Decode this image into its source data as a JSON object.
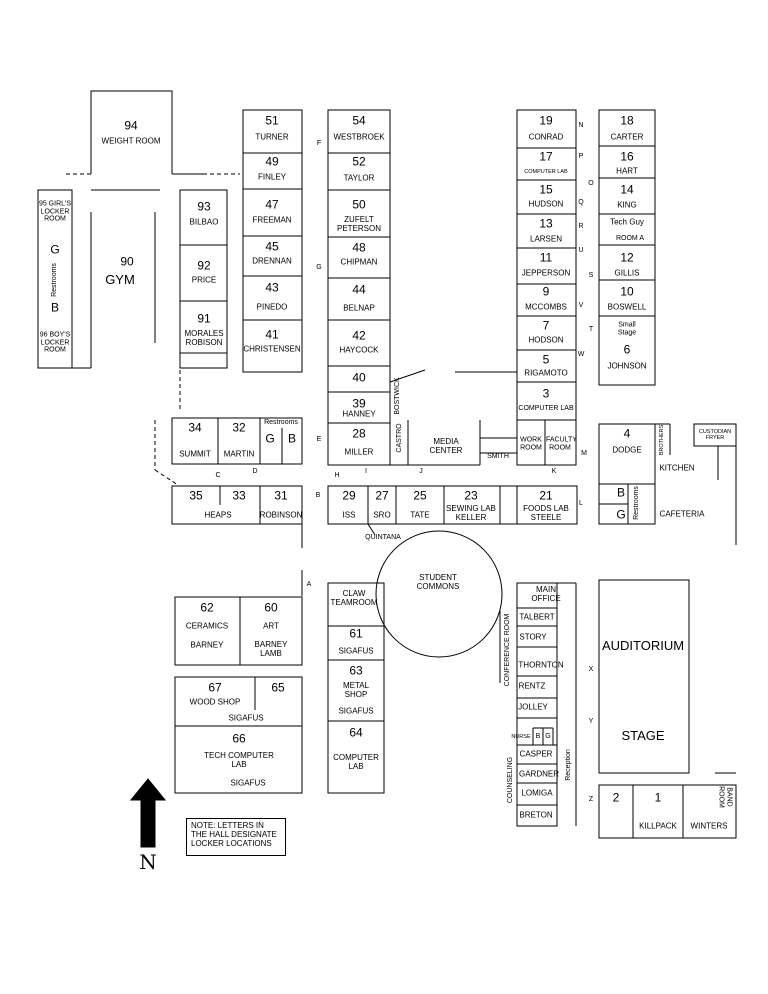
{
  "rooms": {
    "r94": {
      "num": "94",
      "name": "WEIGHT ROOM"
    },
    "r95": {
      "label": "95 GIRL'S LOCKER ROOM"
    },
    "r96": {
      "label": "96 BOY'S LOCKER ROOM"
    },
    "gym_restrooms": {
      "label": "Restrooms",
      "g": "G",
      "b": "B"
    },
    "r90": {
      "num": "90",
      "name": "GYM"
    },
    "r93": {
      "num": "93",
      "name": "BILBAO"
    },
    "r92": {
      "num": "92",
      "name": "PRICE"
    },
    "r91": {
      "num": "91",
      "name": "MORALES ROBISON"
    },
    "r51": {
      "num": "51",
      "name": "TURNER"
    },
    "r49": {
      "num": "49",
      "name": "FINLEY"
    },
    "r47": {
      "num": "47",
      "name": "FREEMAN"
    },
    "r45": {
      "num": "45",
      "name": "DRENNAN"
    },
    "r43": {
      "num": "43",
      "name": "PINEDO"
    },
    "r41": {
      "num": "41",
      "name": "CHRISTENSEN"
    },
    "r54": {
      "num": "54",
      "name": "WESTBROEK"
    },
    "r52": {
      "num": "52",
      "name": "TAYLOR"
    },
    "r50": {
      "num": "50",
      "name": "ZUFELT PETERSON"
    },
    "r48": {
      "num": "48",
      "name": "CHIPMAN"
    },
    "r44": {
      "num": "44",
      "name": "BELNAP"
    },
    "r42": {
      "num": "42",
      "name": "HAYCOCK"
    },
    "r40": {
      "num": "40"
    },
    "r39": {
      "num": "39",
      "name": "HANNEY"
    },
    "r28": {
      "num": "28",
      "name": "MILLER"
    },
    "bostwick": "BOSTWICK",
    "castro": "CASTRO",
    "media": "MEDIA CENTER",
    "smith": "SMITH",
    "r19": {
      "num": "19",
      "name": "CONRAD"
    },
    "r17": {
      "num": "17",
      "name": "COMPUTER LAB"
    },
    "r15": {
      "num": "15",
      "name": "HUDSON"
    },
    "r13": {
      "num": "13",
      "name": "LARSEN"
    },
    "r11": {
      "num": "11",
      "name": "JEPPERSON"
    },
    "r9": {
      "num": "9",
      "name": "MCCOMBS"
    },
    "r7": {
      "num": "7",
      "name": "HODSON"
    },
    "r5": {
      "num": "5",
      "name": "RIGAMOTO"
    },
    "r3": {
      "num": "3",
      "name": "COMPUTER LAB"
    },
    "workroom": "WORK ROOM",
    "facultyroom": "FACULTY ROOM",
    "r18": {
      "num": "18",
      "name": "CARTER"
    },
    "r16": {
      "num": "16",
      "name": "HART"
    },
    "r14": {
      "num": "14",
      "name": "KING"
    },
    "techguy": "Tech Guy",
    "roomA": "ROOM A",
    "r12": {
      "num": "12",
      "name": "GILLIS"
    },
    "r10": {
      "num": "10",
      "name": "BOSWELL"
    },
    "r6": {
      "num": "6",
      "name": "JOHNSON",
      "extra": "Small Stage"
    },
    "r34": {
      "num": "34",
      "name": "SUMMIT"
    },
    "r32": {
      "num": "32",
      "name": "MARTIN"
    },
    "hall_restrooms": {
      "label": "Restrooms",
      "g": "G",
      "b": "B"
    },
    "r35": {
      "num": "35"
    },
    "r33": {
      "num": "33"
    },
    "heaps": "HEAPS",
    "r31": {
      "num": "31",
      "name": "ROBINSON"
    },
    "r29": {
      "num": "29",
      "name": "ISS"
    },
    "r27": {
      "num": "27",
      "name": "SRO"
    },
    "r25": {
      "num": "25",
      "name": "TATE"
    },
    "r23": {
      "num": "23",
      "name": "SEWING LAB KELLER"
    },
    "r21": {
      "num": "21",
      "name": "FOODS LAB STEELE"
    },
    "r4": {
      "num": "4",
      "name": "DODGE"
    },
    "kitchen": "KITCHEN",
    "brothers": "BROTHERS",
    "custodian": "CUSTODIAN FRYER",
    "caf_restrooms": {
      "label": "Restrooms",
      "b": "B",
      "g": "G"
    },
    "cafeteria": "CAFETERIA",
    "quintana": "QUINTANA",
    "commons": "STUDENT COMMONS",
    "claw": "CLAW TEAMROOM",
    "r61": {
      "num": "61",
      "name": "SIGAFUS"
    },
    "r63": {
      "num": "63",
      "name": "METAL SHOP",
      "sub": "SIGAFUS"
    },
    "r64": {
      "num": "64",
      "name": "COMPUTER LAB"
    },
    "r62": {
      "num": "62",
      "name": "CERAMICS",
      "sub": "BARNEY"
    },
    "r60": {
      "num": "60",
      "name": "ART",
      "sub": "BARNEY LAMB"
    },
    "r67": {
      "num": "67",
      "name": "WOOD SHOP"
    },
    "r65": {
      "num": "65"
    },
    "sigafus_a": "SIGAFUS",
    "r66": {
      "num": "66",
      "name": "TECH COMPUTER LAB",
      "sub": "SIGAFUS"
    },
    "conference": "CONFERENCE ROOM",
    "mainoffice": "MAIN OFFICE",
    "talbert": "TALBERT",
    "story": "STORY",
    "thornton": "THORNTON",
    "rentz": "RENTZ",
    "jolley": "JOLLEY",
    "nurse": {
      "label": "NURSE",
      "b": "B",
      "g": "G"
    },
    "casper": "CASPER",
    "gardner": "GARDNER",
    "lomiga": "LOMIGA",
    "breton": "BRETON",
    "counseling": "COUNSELING",
    "reception": "Reception",
    "auditorium": "AUDITORIUM",
    "stage": "STAGE",
    "r2": {
      "num": "2"
    },
    "r1": {
      "num": "1",
      "name": "KILLPACK"
    },
    "winters": "WINTERS",
    "bandroom": "BAND ROOM"
  },
  "lockers": [
    "A",
    "B",
    "C",
    "D",
    "E",
    "F",
    "G",
    "H",
    "I",
    "J",
    "K",
    "L",
    "M",
    "N",
    "O",
    "P",
    "Q",
    "R",
    "S",
    "T",
    "U",
    "V",
    "W",
    "X",
    "Y",
    "Z"
  ],
  "north": "N",
  "note": "NOTE: LETTERS IN THE HALL DESIGNATE LOCKER LOCATIONS"
}
